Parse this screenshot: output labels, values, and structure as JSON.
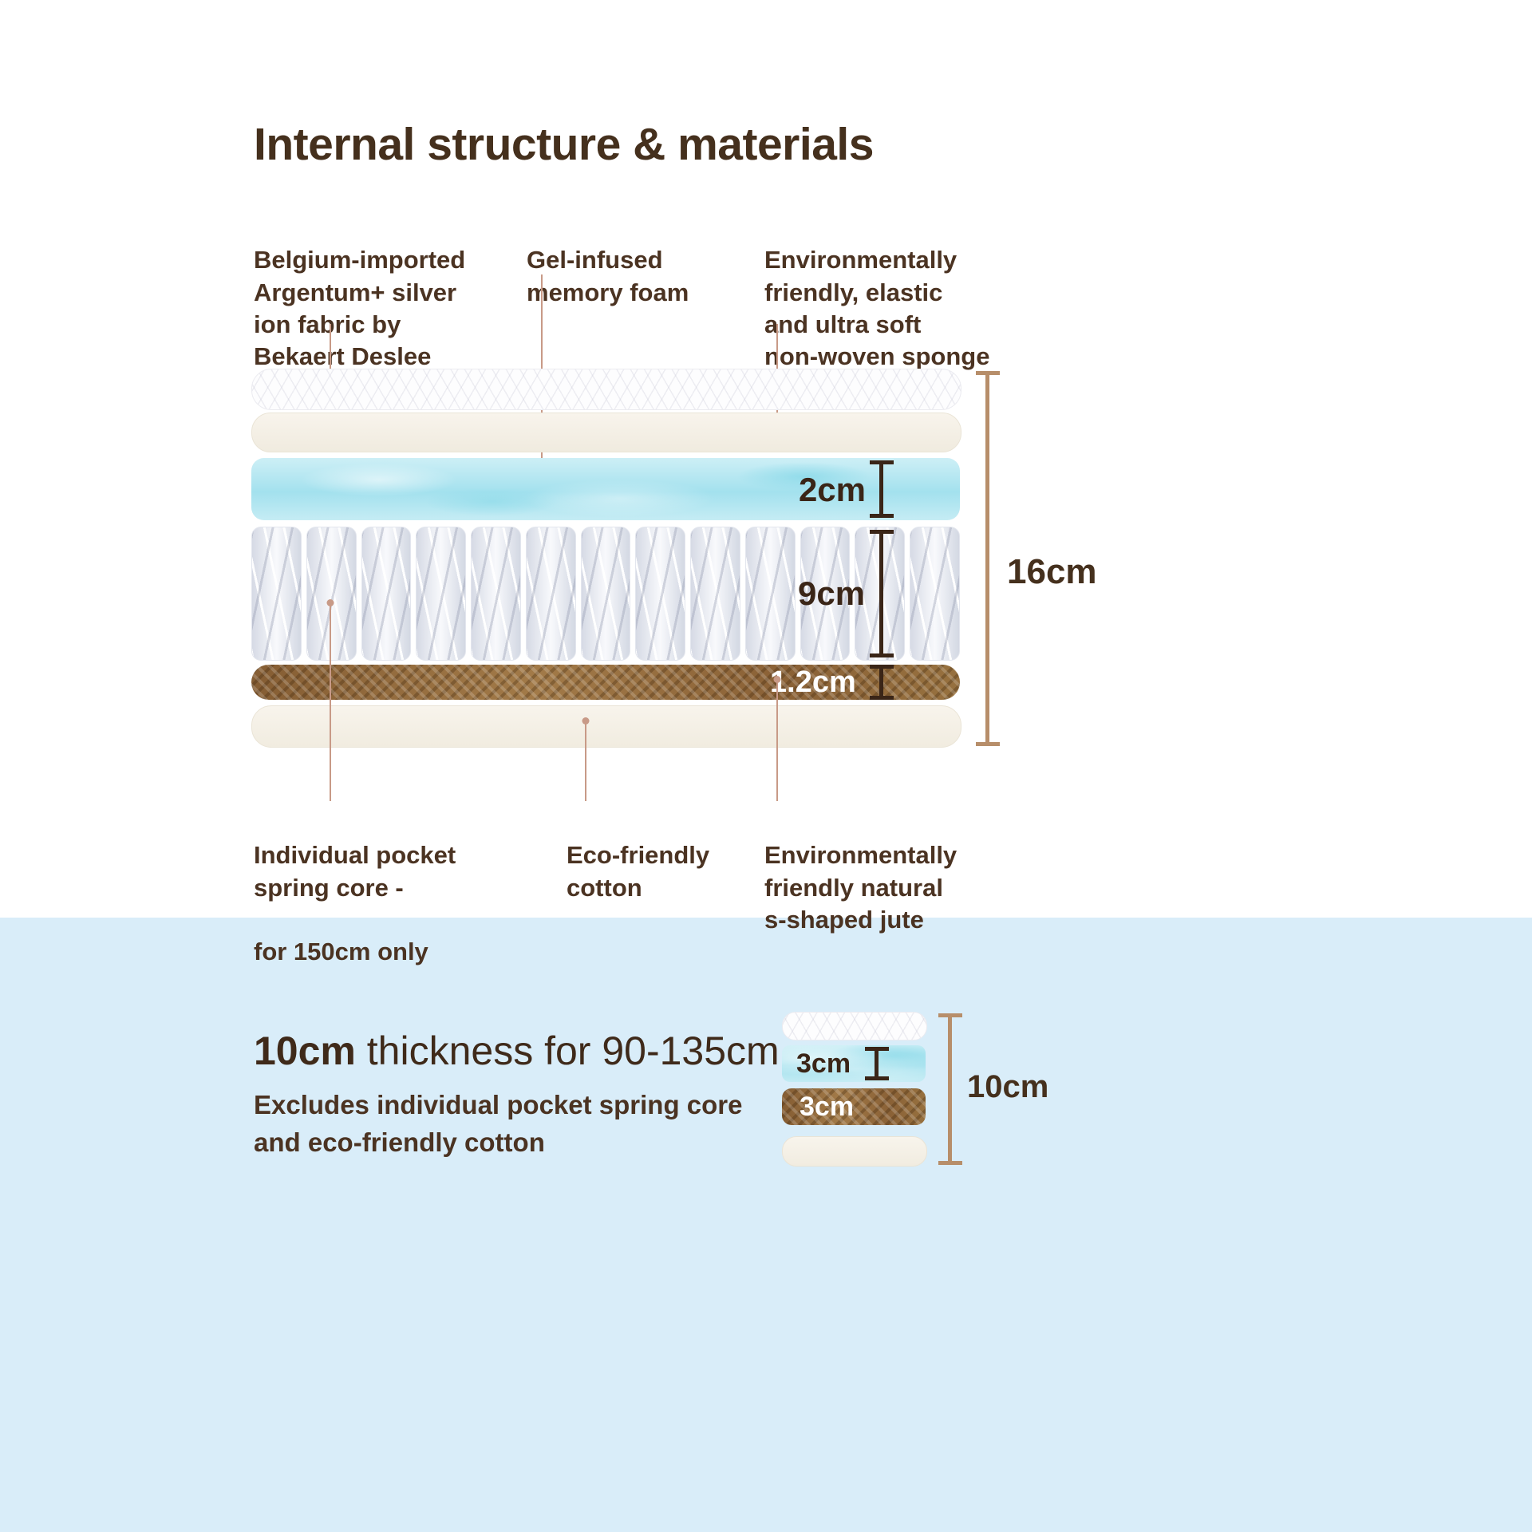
{
  "title": "Internal structure & materials",
  "callouts_top": [
    {
      "text": "Belgium-imported\nArgentum+ silver\nion fabric by\nBekaert Deslee"
    },
    {
      "text": "Gel-infused\nmemory foam"
    },
    {
      "text": "Environmentally\nfriendly, elastic\nand ultra soft\nnon-woven sponge"
    }
  ],
  "callouts_bottom": [
    {
      "text": "Individual pocket\nspring core -",
      "bold_text": "for 150cm only"
    },
    {
      "text": "Eco-friendly\ncotton"
    },
    {
      "text": "Environmentally\nfriendly natural\ns-shaped jute"
    }
  ],
  "measurements": {
    "gel_layer": "2cm",
    "spring_layer": "9cm",
    "jute_layer": "1.2cm",
    "total": "16cm"
  },
  "bottom_panel": {
    "heading_bold": "10cm",
    "heading_rest": " thickness for 90-135cm",
    "note": "Excludes individual pocket spring core\nand eco-friendly cotton",
    "mini_measurements": {
      "gel": "3cm",
      "jute": "3cm",
      "total": "10cm"
    }
  },
  "colors": {
    "text_brown": "#45301d",
    "background_top": "#ffffff",
    "background_bottom": "#d9edf9",
    "gel_blue": "#a3e1ee",
    "jute_brown": "#8a6136",
    "leader_line": "#c89a87",
    "bracket_dark": "#3a2517",
    "bracket_tan": "#b78e6a"
  }
}
